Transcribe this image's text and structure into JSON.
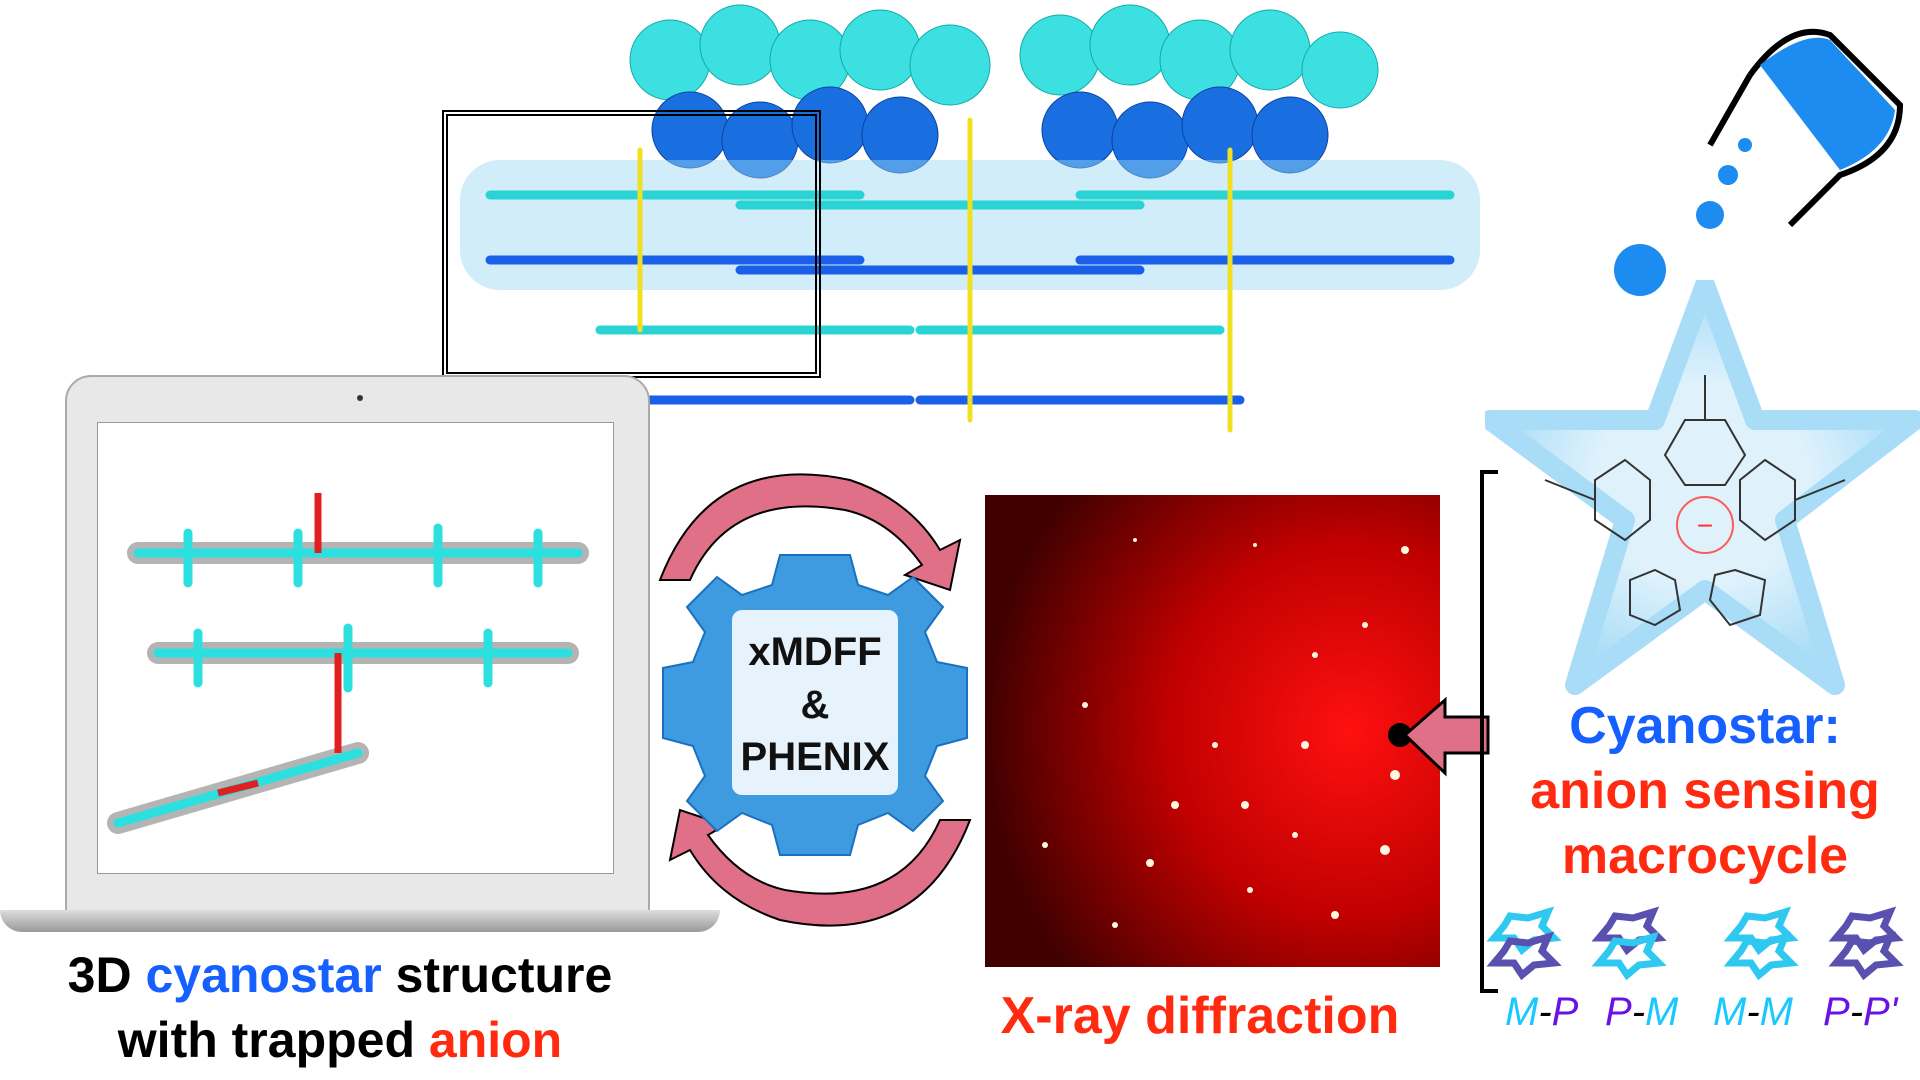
{
  "gear": {
    "line1": "xMDFF",
    "line2": "&",
    "line3": "PHENIX"
  },
  "left_caption": {
    "prefix": "3D ",
    "highlight": "cyanostar",
    "suffix": " structure",
    "line2_prefix": "with trapped ",
    "line2_highlight": "anion"
  },
  "xray_caption": "X-ray diffraction",
  "cyanostar": {
    "title": "Cyanostar:",
    "line2": "anion sensing",
    "line3": "macrocycle",
    "anion_symbol": "−"
  },
  "isomers": [
    {
      "a": "M",
      "b": "P"
    },
    {
      "a": "P",
      "b": "M"
    },
    {
      "a": "M",
      "b": "M"
    },
    {
      "a": "P",
      "b": "P'"
    }
  ],
  "colors": {
    "cyan": "#2fe0e0",
    "blue": "#1560ff",
    "red": "#ff2a10",
    "arrow": "#e07088",
    "diffraction": "#d40000"
  }
}
